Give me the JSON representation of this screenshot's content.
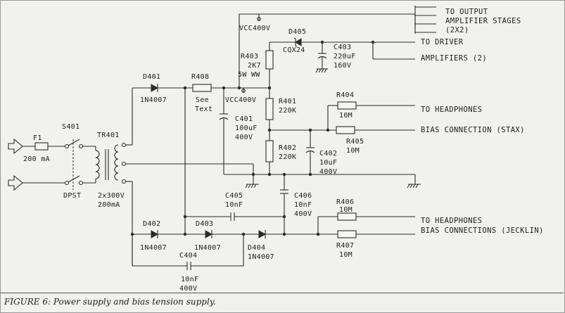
{
  "figure": {
    "caption": "FIGURE 6: Power supply and bias tension supply."
  },
  "labels": {
    "to_output": "TO OUTPUT",
    "amp_stages": "AMPLIFIER STAGES",
    "amp_stages_count": "(2X2)",
    "to_driver": "TO DRIVER",
    "amplifiers": "AMPLIFIERS (2)",
    "to_headphones_1": "TO HEADPHONES",
    "bias_stax": "BIAS CONNECTION (STAX)",
    "to_headphones_2": "TO HEADPHONES",
    "bias_jecklin": "BIAS CONNECTIONS (JECKLIN)",
    "vcc_top": "VCC400V",
    "vcc_mid": "VCC400V"
  },
  "components": {
    "f1_name": "F1",
    "f1_value": "200 mA",
    "s401_name": "S401",
    "s401_type": "DPST",
    "tr401_name": "TR401",
    "tr401_value1": "2x300V",
    "tr401_value2": "200mA",
    "d401_name": "D401",
    "d401_type": "1N4007",
    "r408_name": "R408",
    "r408_value1": "See",
    "r408_value2": "Text",
    "r403_name": "R403",
    "r403_value1": "2K7",
    "r403_value2": "5W WW",
    "d405_name": "D405",
    "d405_type": "CQX24",
    "c403_name": "C403",
    "c403_value1": "220uF",
    "c403_value2": "160V",
    "c401_name": "C401",
    "c401_value1": "100uF",
    "c401_value2": "400V",
    "r401_name": "R401",
    "r401_value": "220K",
    "r404_name": "R404",
    "r404_value": "10M",
    "r405_name": "R405",
    "r405_value": "10M",
    "r402_name": "R402",
    "r402_value": "220K",
    "c402_name": "C402",
    "c402_value1": "10uF",
    "c402_value2": "400V",
    "c405_name": "C405",
    "c405_value": "10nF",
    "c406_name": "C406",
    "c406_value1": "10nF",
    "c406_value2": "400V",
    "r406_name": "R406",
    "r406_value": "10M",
    "r407_name": "R407",
    "r407_value": "10M",
    "d402_name": "D402",
    "d402_type": "1N4007",
    "d403_name": "D403",
    "d403_type": "1N4007",
    "d404_name": "D404",
    "d404_type": "1N4007",
    "c404_name": "C404",
    "c404_value1": "10nF",
    "c404_value2": "400V"
  }
}
